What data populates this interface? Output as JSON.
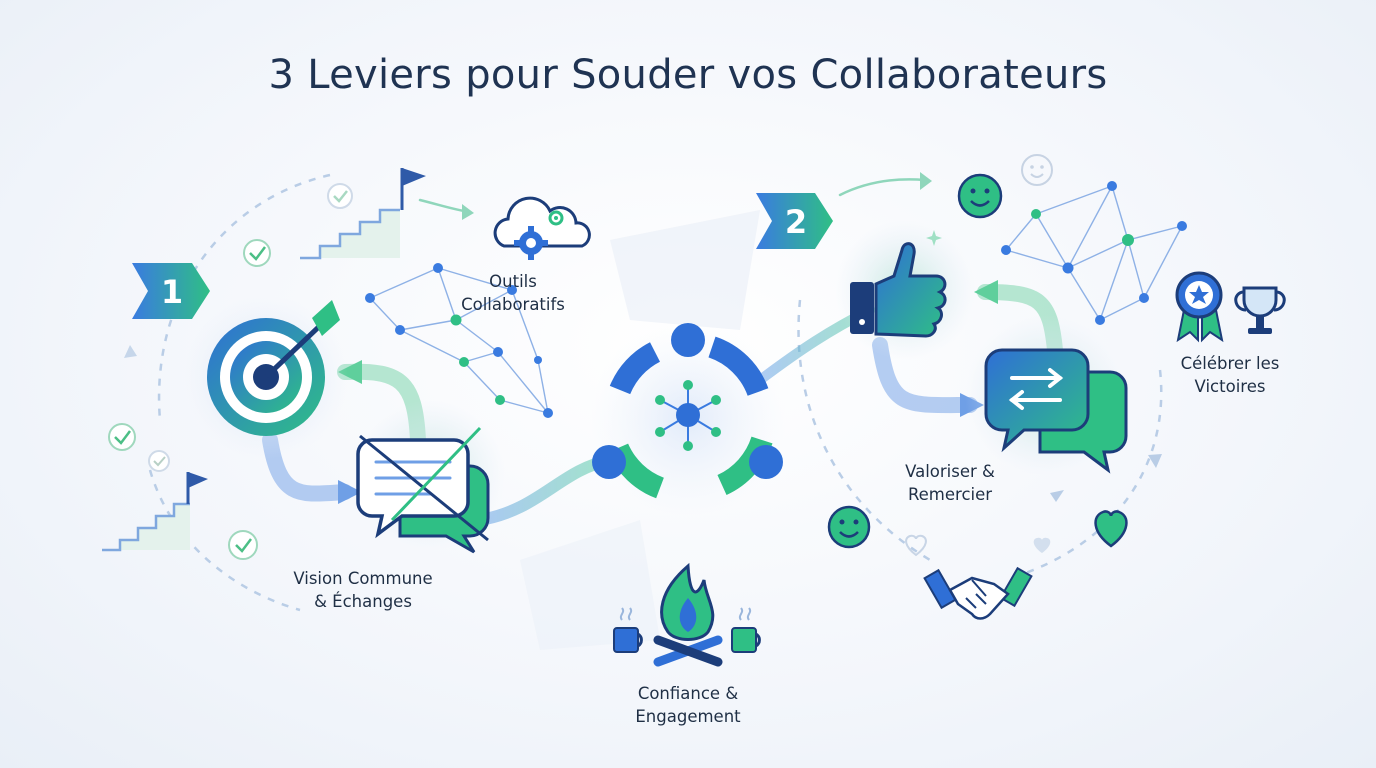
{
  "title": "3 Leviers pour Souder vos Collaborateurs",
  "badges": {
    "one": "1",
    "two": "2"
  },
  "labels": {
    "outils": [
      "Outils",
      "Collaboratifs"
    ],
    "vision": [
      "Vision Commune",
      "& Échanges"
    ],
    "confiance": [
      "Confiance &",
      "Engagement"
    ],
    "valoriser": [
      "Valoriser &",
      "Remercier"
    ],
    "celebrer": [
      "Célébrer les",
      "Victoires"
    ]
  },
  "colors": {
    "blue": "#2f6fd6",
    "green": "#2fbf85",
    "navy": "#1c3d7a",
    "text": "#1f2f45"
  },
  "icons": [
    "target-icon",
    "chat-icon",
    "cloud-gear-icon",
    "team-circle-icon",
    "campfire-icon",
    "thumbs-up-icon",
    "swap-chat-icon",
    "medal-icon",
    "trophy-icon",
    "handshake-icon",
    "heart-icon",
    "smiley-icon",
    "flag-icon",
    "check-icon"
  ]
}
